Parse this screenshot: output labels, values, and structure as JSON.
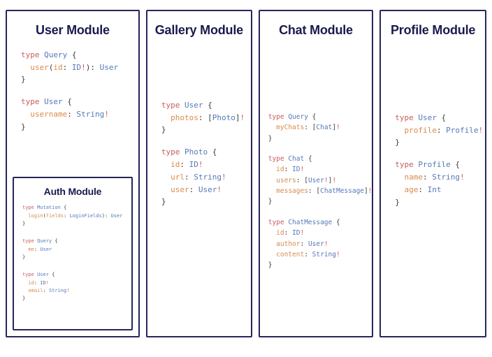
{
  "theme": {
    "border_color": "#26265c",
    "title_color": "#1a1a4e",
    "background": "#ffffff",
    "keyword_color": "#c4605c",
    "typename_color": "#5579b8",
    "field_color": "#d98b4a",
    "punctuation_color": "#3b3b3b"
  },
  "modules": {
    "user": {
      "title": "User Module",
      "blocks": [
        {
          "lines": [
            [
              {
                "t": "type ",
                "c": "k"
              },
              {
                "t": "Query",
                "c": "t"
              },
              {
                "t": " {",
                "c": "p"
              }
            ],
            [
              {
                "t": "  ",
                "c": "p"
              },
              {
                "t": "user",
                "c": "f"
              },
              {
                "t": "(",
                "c": "p"
              },
              {
                "t": "id",
                "c": "f"
              },
              {
                "t": ": ",
                "c": "p"
              },
              {
                "t": "ID",
                "c": "t"
              },
              {
                "t": "!",
                "c": "b"
              },
              {
                "t": "): ",
                "c": "p"
              },
              {
                "t": "User",
                "c": "t"
              }
            ],
            [
              {
                "t": "}",
                "c": "p"
              }
            ]
          ]
        },
        {
          "lines": [
            [
              {
                "t": "type ",
                "c": "k"
              },
              {
                "t": "User",
                "c": "t"
              },
              {
                "t": " {",
                "c": "p"
              }
            ],
            [
              {
                "t": "  ",
                "c": "p"
              },
              {
                "t": "username",
                "c": "f"
              },
              {
                "t": ": ",
                "c": "p"
              },
              {
                "t": "String",
                "c": "t"
              },
              {
                "t": "!",
                "c": "b"
              }
            ],
            [
              {
                "t": "}",
                "c": "p"
              }
            ]
          ]
        }
      ]
    },
    "auth": {
      "title": "Auth Module",
      "blocks": [
        {
          "lines": [
            [
              {
                "t": "type ",
                "c": "k"
              },
              {
                "t": "Mutation",
                "c": "t"
              },
              {
                "t": " {",
                "c": "p"
              }
            ],
            [
              {
                "t": "  ",
                "c": "p"
              },
              {
                "t": "login",
                "c": "f"
              },
              {
                "t": "(",
                "c": "p"
              },
              {
                "t": "fields",
                "c": "f"
              },
              {
                "t": ": ",
                "c": "p"
              },
              {
                "t": "LoginFields",
                "c": "t"
              },
              {
                "t": "): ",
                "c": "p"
              },
              {
                "t": "User",
                "c": "t"
              }
            ],
            [
              {
                "t": "}",
                "c": "p"
              }
            ]
          ]
        },
        {
          "lines": [
            [
              {
                "t": "type ",
                "c": "k"
              },
              {
                "t": "Query",
                "c": "t"
              },
              {
                "t": " {",
                "c": "p"
              }
            ],
            [
              {
                "t": "  ",
                "c": "p"
              },
              {
                "t": "me",
                "c": "f"
              },
              {
                "t": ": ",
                "c": "p"
              },
              {
                "t": "User",
                "c": "t"
              }
            ],
            [
              {
                "t": "}",
                "c": "p"
              }
            ]
          ]
        },
        {
          "lines": [
            [
              {
                "t": "type ",
                "c": "k"
              },
              {
                "t": "User",
                "c": "t"
              },
              {
                "t": " {",
                "c": "p"
              }
            ],
            [
              {
                "t": "  ",
                "c": "p"
              },
              {
                "t": "id",
                "c": "f"
              },
              {
                "t": ": ",
                "c": "p"
              },
              {
                "t": "ID",
                "c": "t"
              },
              {
                "t": "!",
                "c": "b"
              }
            ],
            [
              {
                "t": "  ",
                "c": "p"
              },
              {
                "t": "email",
                "c": "f"
              },
              {
                "t": ": ",
                "c": "p"
              },
              {
                "t": "String",
                "c": "t"
              },
              {
                "t": "!",
                "c": "b"
              }
            ],
            [
              {
                "t": "}",
                "c": "p"
              }
            ]
          ]
        }
      ]
    },
    "gallery": {
      "title": "Gallery Module",
      "blocks": [
        {
          "lines": [
            [
              {
                "t": "type ",
                "c": "k"
              },
              {
                "t": "User",
                "c": "t"
              },
              {
                "t": " {",
                "c": "p"
              }
            ],
            [
              {
                "t": "  ",
                "c": "p"
              },
              {
                "t": "photos",
                "c": "f"
              },
              {
                "t": ": [",
                "c": "p"
              },
              {
                "t": "Photo",
                "c": "t"
              },
              {
                "t": "]",
                "c": "p"
              },
              {
                "t": "!",
                "c": "b"
              }
            ],
            [
              {
                "t": "}",
                "c": "p"
              }
            ]
          ]
        },
        {
          "lines": [
            [
              {
                "t": "type ",
                "c": "k"
              },
              {
                "t": "Photo",
                "c": "t"
              },
              {
                "t": " {",
                "c": "p"
              }
            ],
            [
              {
                "t": "  ",
                "c": "p"
              },
              {
                "t": "id",
                "c": "f"
              },
              {
                "t": ": ",
                "c": "p"
              },
              {
                "t": "ID",
                "c": "t"
              },
              {
                "t": "!",
                "c": "b"
              }
            ],
            [
              {
                "t": "  ",
                "c": "p"
              },
              {
                "t": "url",
                "c": "f"
              },
              {
                "t": ": ",
                "c": "p"
              },
              {
                "t": "String",
                "c": "t"
              },
              {
                "t": "!",
                "c": "b"
              }
            ],
            [
              {
                "t": "  ",
                "c": "p"
              },
              {
                "t": "user",
                "c": "f"
              },
              {
                "t": ": ",
                "c": "p"
              },
              {
                "t": "User",
                "c": "t"
              },
              {
                "t": "!",
                "c": "b"
              }
            ],
            [
              {
                "t": "}",
                "c": "p"
              }
            ]
          ]
        }
      ]
    },
    "chat": {
      "title": "Chat Module",
      "blocks": [
        {
          "lines": [
            [
              {
                "t": "type ",
                "c": "k"
              },
              {
                "t": "Query",
                "c": "t"
              },
              {
                "t": " {",
                "c": "p"
              }
            ],
            [
              {
                "t": "  ",
                "c": "p"
              },
              {
                "t": "myChats",
                "c": "f"
              },
              {
                "t": ": [",
                "c": "p"
              },
              {
                "t": "Chat",
                "c": "t"
              },
              {
                "t": "]",
                "c": "p"
              },
              {
                "t": "!",
                "c": "b"
              }
            ],
            [
              {
                "t": "}",
                "c": "p"
              }
            ]
          ]
        },
        {
          "lines": [
            [
              {
                "t": "type ",
                "c": "k"
              },
              {
                "t": "Chat",
                "c": "t"
              },
              {
                "t": " {",
                "c": "p"
              }
            ],
            [
              {
                "t": "  ",
                "c": "p"
              },
              {
                "t": "id",
                "c": "f"
              },
              {
                "t": ": ",
                "c": "p"
              },
              {
                "t": "ID",
                "c": "t"
              },
              {
                "t": "!",
                "c": "b"
              }
            ],
            [
              {
                "t": "  ",
                "c": "p"
              },
              {
                "t": "users",
                "c": "f"
              },
              {
                "t": ": [",
                "c": "p"
              },
              {
                "t": "User",
                "c": "t"
              },
              {
                "t": "!",
                "c": "b"
              },
              {
                "t": "]",
                "c": "p"
              },
              {
                "t": "!",
                "c": "b"
              }
            ],
            [
              {
                "t": "  ",
                "c": "p"
              },
              {
                "t": "messages",
                "c": "f"
              },
              {
                "t": ": [",
                "c": "p"
              },
              {
                "t": "ChatMessage",
                "c": "t"
              },
              {
                "t": "]",
                "c": "p"
              },
              {
                "t": "!",
                "c": "b"
              }
            ],
            [
              {
                "t": "}",
                "c": "p"
              }
            ]
          ]
        },
        {
          "lines": [
            [
              {
                "t": "type ",
                "c": "k"
              },
              {
                "t": "ChatMessage",
                "c": "t"
              },
              {
                "t": " {",
                "c": "p"
              }
            ],
            [
              {
                "t": "  ",
                "c": "p"
              },
              {
                "t": "id",
                "c": "f"
              },
              {
                "t": ": ",
                "c": "p"
              },
              {
                "t": "ID",
                "c": "t"
              },
              {
                "t": "!",
                "c": "b"
              }
            ],
            [
              {
                "t": "  ",
                "c": "p"
              },
              {
                "t": "author",
                "c": "f"
              },
              {
                "t": ": ",
                "c": "p"
              },
              {
                "t": "User",
                "c": "t"
              },
              {
                "t": "!",
                "c": "b"
              }
            ],
            [
              {
                "t": "  ",
                "c": "p"
              },
              {
                "t": "content",
                "c": "f"
              },
              {
                "t": ": ",
                "c": "p"
              },
              {
                "t": "String",
                "c": "t"
              },
              {
                "t": "!",
                "c": "b"
              }
            ],
            [
              {
                "t": "}",
                "c": "p"
              }
            ]
          ]
        }
      ]
    },
    "profile": {
      "title": "Profile Module",
      "blocks": [
        {
          "lines": [
            [
              {
                "t": "type ",
                "c": "k"
              },
              {
                "t": "User",
                "c": "t"
              },
              {
                "t": " {",
                "c": "p"
              }
            ],
            [
              {
                "t": "  ",
                "c": "p"
              },
              {
                "t": "profile",
                "c": "f"
              },
              {
                "t": ": ",
                "c": "p"
              },
              {
                "t": "Profile",
                "c": "t"
              },
              {
                "t": "!",
                "c": "b"
              }
            ],
            [
              {
                "t": "}",
                "c": "p"
              }
            ]
          ]
        },
        {
          "lines": [
            [
              {
                "t": "type ",
                "c": "k"
              },
              {
                "t": "Profile",
                "c": "t"
              },
              {
                "t": " {",
                "c": "p"
              }
            ],
            [
              {
                "t": "  ",
                "c": "p"
              },
              {
                "t": "name",
                "c": "f"
              },
              {
                "t": ": ",
                "c": "p"
              },
              {
                "t": "String",
                "c": "t"
              },
              {
                "t": "!",
                "c": "b"
              }
            ],
            [
              {
                "t": "  ",
                "c": "p"
              },
              {
                "t": "age",
                "c": "f"
              },
              {
                "t": ": ",
                "c": "p"
              },
              {
                "t": "Int",
                "c": "t"
              }
            ],
            [
              {
                "t": "}",
                "c": "p"
              }
            ]
          ]
        }
      ]
    }
  }
}
